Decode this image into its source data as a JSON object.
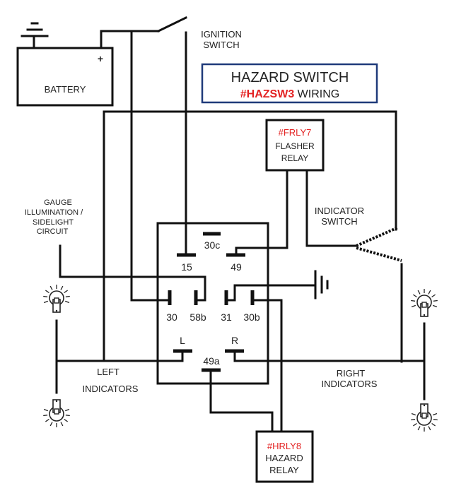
{
  "title": {
    "line1": "HAZARD SWITCH",
    "code": "#HAZSW3",
    "line2_rest": " WIRING",
    "border_color": "#1f3a7a",
    "code_color": "#e32222"
  },
  "labels": {
    "battery": "BATTERY",
    "battery_plus": "+",
    "ignition_1": "IGNITION",
    "ignition_2": "SWITCH",
    "gauge_1": "GAUGE",
    "gauge_2": "ILLUMINATION /",
    "gauge_3": "SIDELIGHT",
    "gauge_4": "CIRCUIT",
    "indicator_1": "INDICATOR",
    "indicator_2": "SWITCH",
    "left_1": "LEFT",
    "left_2": "INDICATORS",
    "right_1": "RIGHT",
    "right_2": "INDICATORS"
  },
  "flasher_relay": {
    "code": "#FRLY7",
    "line1": "FLASHER",
    "line2": "RELAY"
  },
  "hazard_relay": {
    "code": "#HRLY8",
    "line1": "HAZARD",
    "line2": "RELAY"
  },
  "pins": {
    "p30c": "30c",
    "p15": "15",
    "p49": "49",
    "p30": "30",
    "p58b": "58b",
    "p31": "31",
    "p30b": "30b",
    "pL": "L",
    "pR": "R",
    "p49a": "49a"
  },
  "icons": {
    "ground": "ground-symbol",
    "bulb": "light-bulb",
    "switch": "open-switch"
  }
}
